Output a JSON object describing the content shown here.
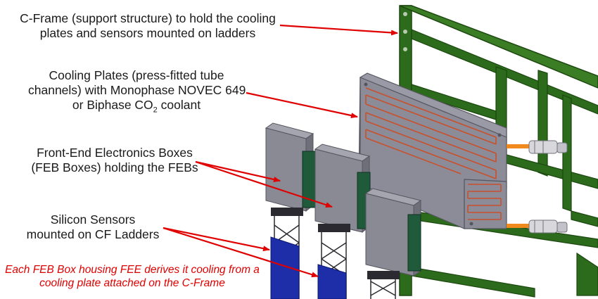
{
  "labels": {
    "cframe": {
      "line1": "C-Frame (support structure) to hold the cooling",
      "line2": "plates and sensors mounted on ladders"
    },
    "cooling": {
      "line1": "Cooling Plates (press-fitted tube",
      "line2": "channels) with Monophase NOVEC 649",
      "line3_prefix": "or Biphase CO",
      "line3_sub": "2",
      "line3_suffix": " coolant"
    },
    "feb": {
      "line1": "Front-End Electronics Boxes",
      "line2": "(FEB Boxes) holding the FEBs"
    },
    "sensors": {
      "line1": "Silicon Sensors",
      "line2": "mounted on CF Ladders"
    },
    "note": {
      "line1": "Each FEB Box housing FEE derives it cooling from a",
      "line2": "cooling plate attached on the C-Frame"
    }
  },
  "colors": {
    "frame_green": "#2d6b1c",
    "frame_green_dark": "#1c4710",
    "plate_gray": "#8c8c98",
    "tube_copper": "#c8502c",
    "box_gray": "#8a8a94",
    "sensor_blue": "#1e2ea8",
    "connector_orange": "#f08a1c",
    "arrow_red": "#e00000"
  }
}
